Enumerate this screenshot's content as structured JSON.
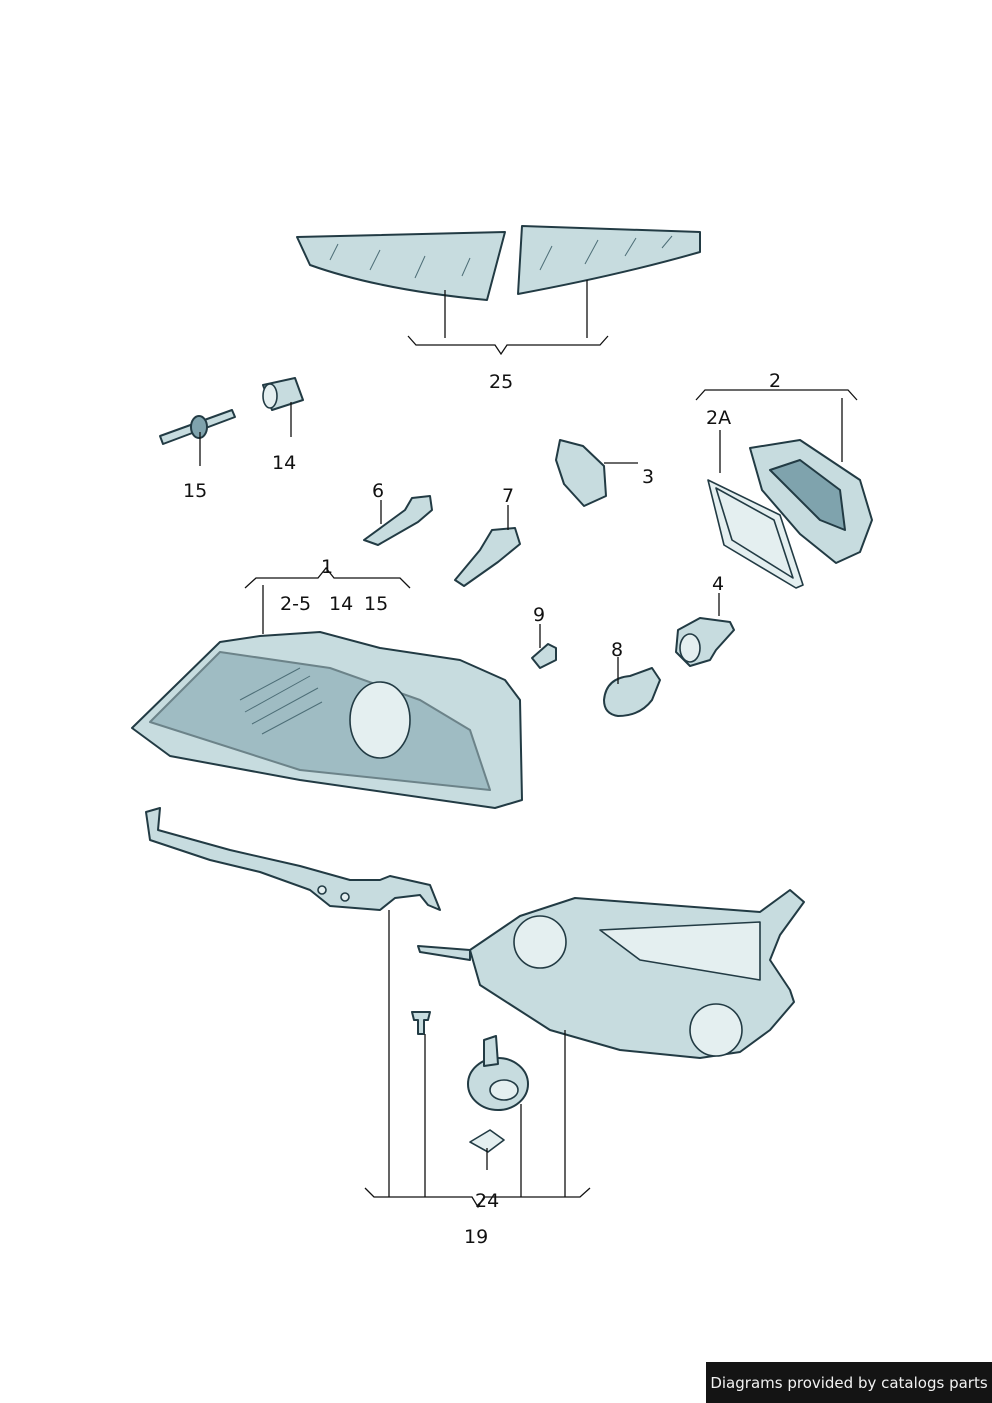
{
  "labels": {
    "l25": "25",
    "l2": "2",
    "l2a": "2A",
    "l14a": "14",
    "l15a": "15",
    "l3": "3",
    "l6": "6",
    "l7": "7",
    "l1": "1",
    "l1_refs": [
      "2-5",
      "14",
      "15"
    ],
    "l4": "4",
    "l9": "9",
    "l8": "8",
    "l24": "24",
    "l19": "19"
  },
  "footer": {
    "text": "Diagrams provided by catalogs parts"
  }
}
